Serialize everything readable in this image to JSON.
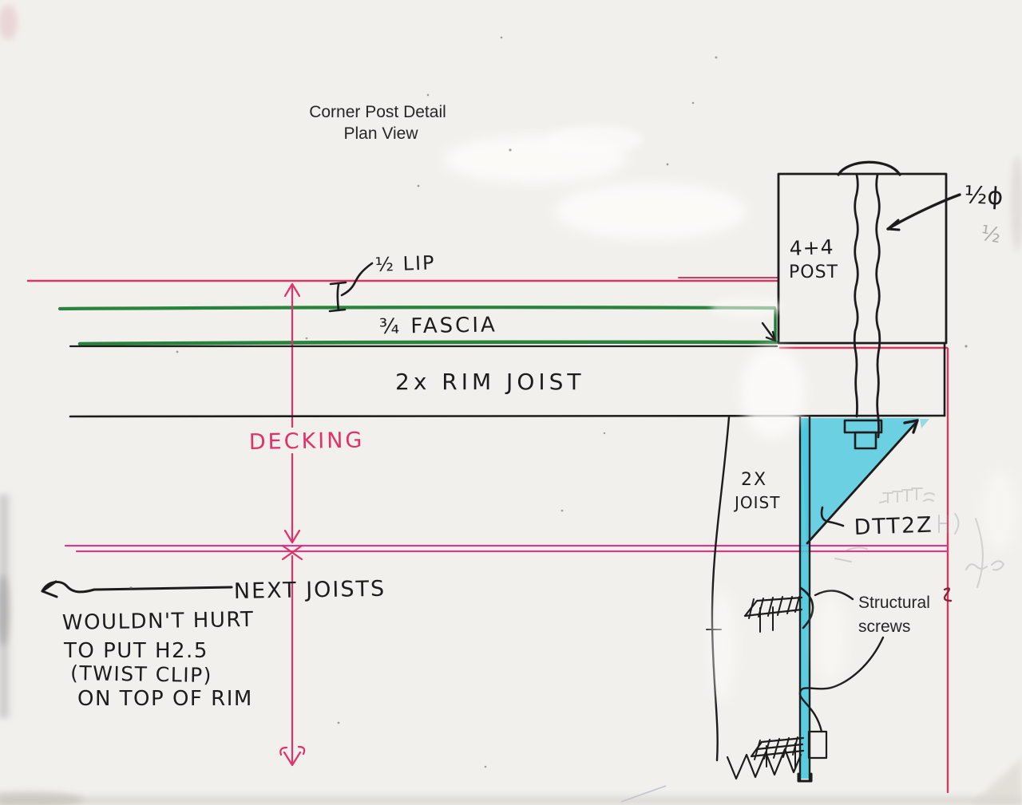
{
  "title": {
    "line1": "Corner Post Detail",
    "line2": "Plan View"
  },
  "labels": {
    "lip": "½ LIP",
    "fascia": "¾ FASCIA",
    "rim_joist": "2x  RIM JOIST",
    "decking": "DECKING",
    "post_line1": "4+4",
    "post_line2": "POST",
    "bolt_dia": "½ϕ",
    "bolt_dia_ghost": "½",
    "joist_line1": "2X",
    "joist_line2": "JOIST",
    "tension_tie": "DTT2Z",
    "screws_line1": "Structural",
    "screws_line2": "screws"
  },
  "note": {
    "line1": "NEXT JOISTS",
    "line2": "WOULDN'T HURT",
    "line3": "TO PUT  H2.5",
    "line4": "(TWIST CLIP)",
    "line5": "ON TOP OF RIM"
  },
  "colors": {
    "paper": "#f2f0ec",
    "ink_black": "#1c1c1c",
    "deck_edge_pink": "#d63864",
    "magenta_lines": "#cf3f8d",
    "dimension_pink": "#e0316a",
    "fascia_green": "#1d7c33",
    "highlight_cyan": "#49c8de"
  }
}
